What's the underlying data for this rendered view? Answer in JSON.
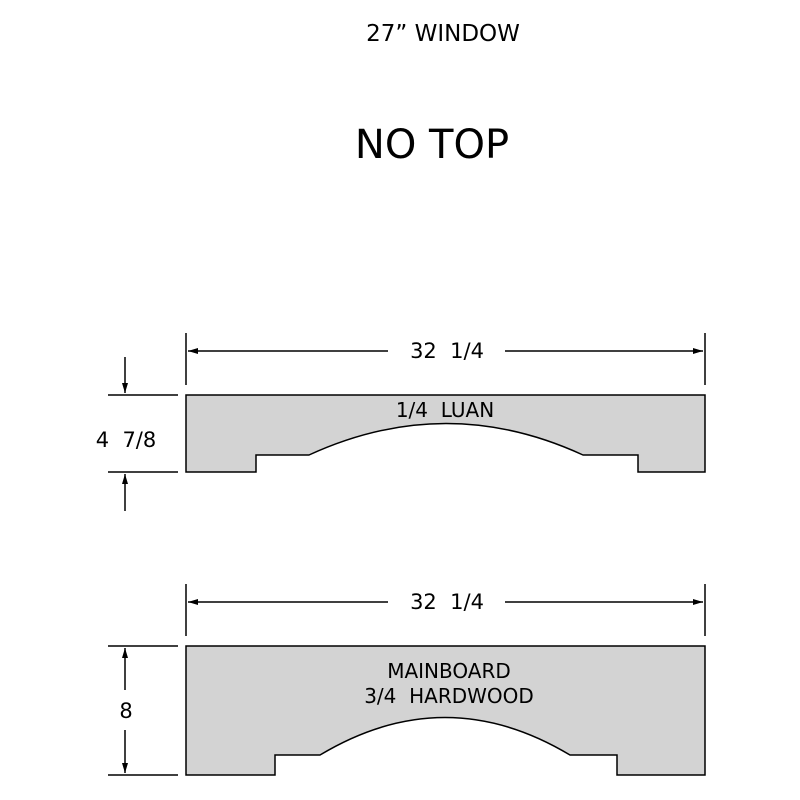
{
  "title": "27” WINDOW",
  "subtitle": "NO TOP",
  "colors": {
    "background": "#ffffff",
    "line": "#000000",
    "panel_fill": "#d3d3d3"
  },
  "pieces": [
    {
      "width_label": "32  1/4",
      "height_label": "4  7/8",
      "material_lines": [
        "1/4  LUAN"
      ]
    },
    {
      "width_label": "32  1/4",
      "height_label": "8",
      "material_lines": [
        "MAINBOARD",
        "3/4  HARDWOOD"
      ]
    }
  ]
}
